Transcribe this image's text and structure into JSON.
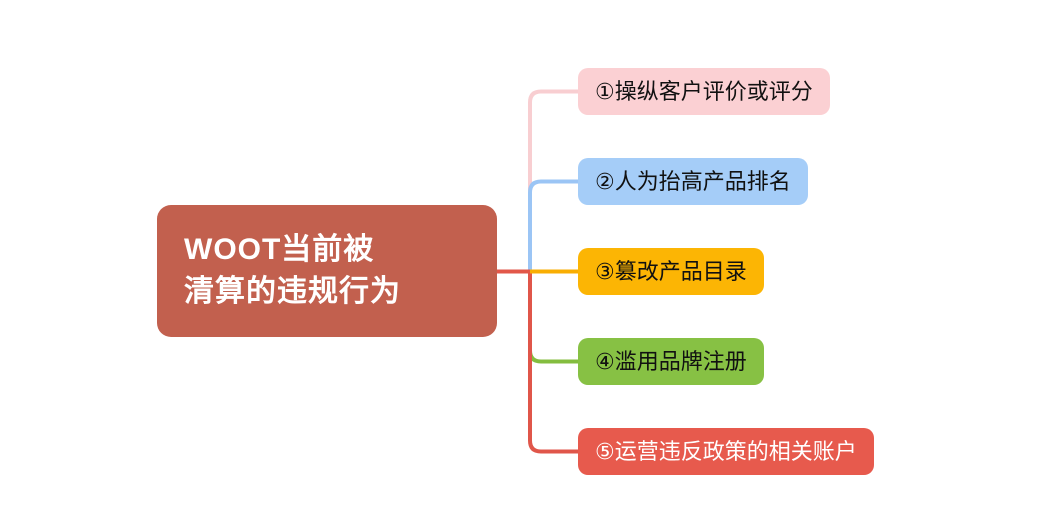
{
  "canvas": {
    "background": "#ffffff"
  },
  "root": {
    "title_line1": "WOOT当前被",
    "title_line2": "清算的违规行为",
    "fill": "#c2604e",
    "text_color": "#ffffff"
  },
  "connector": {
    "trunk_color": "#e25749"
  },
  "branches": [
    {
      "label": "①操纵客户评价或评分",
      "fill": "#fbd0d3",
      "line_color": "#f8ced1",
      "text_color": "#111111"
    },
    {
      "label": "②人为抬高产品排名",
      "fill": "#a5cdf8",
      "line_color": "#9bc5f5",
      "text_color": "#111111"
    },
    {
      "label": "③篡改产品目录",
      "fill": "#fcb504",
      "line_color": "#f9ae02",
      "text_color": "#111111"
    },
    {
      "label": "④滥用品牌注册",
      "fill": "#87c144",
      "line_color": "#84bd3f",
      "text_color": "#111111"
    },
    {
      "label": "⑤运营违反政策的相关账户",
      "fill": "#e75a4d",
      "line_color": "#e0564a",
      "text_color": "#ffffff"
    }
  ]
}
